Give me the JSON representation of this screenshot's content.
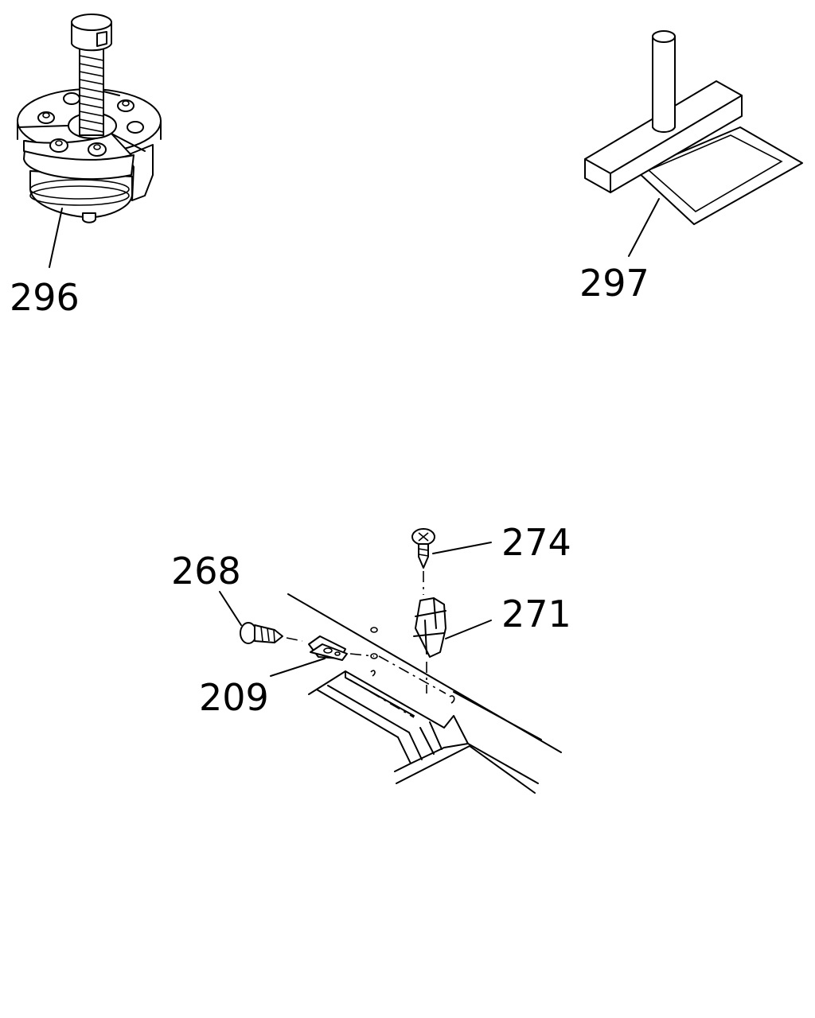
{
  "callouts": {
    "c296": "296",
    "c297": "297",
    "c274": "274",
    "c268": "268",
    "c271": "271",
    "c209": "209"
  },
  "colors": {
    "line": "#000000",
    "background": "#ffffff"
  }
}
